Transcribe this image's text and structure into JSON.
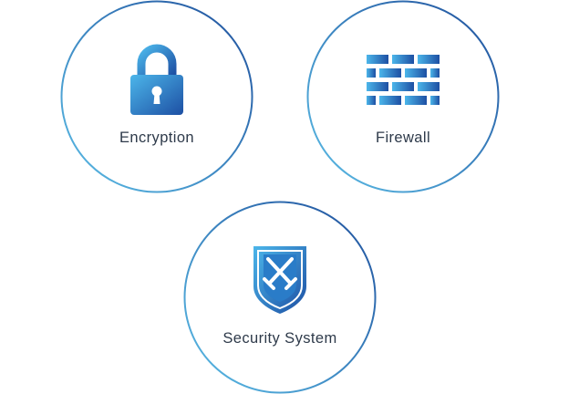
{
  "features": [
    {
      "label": "Encryption",
      "icon": "padlock-icon"
    },
    {
      "label": "Firewall",
      "icon": "brick-wall-icon"
    },
    {
      "label": "Security System",
      "icon": "shield-swords-icon"
    }
  ],
  "colors": {
    "ring_light": "#5bbde6",
    "ring_dark": "#1f4f9c",
    "icon_light": "#4cb6ea",
    "icon_dark": "#1d4fa3",
    "label": "#2e3a4a"
  }
}
